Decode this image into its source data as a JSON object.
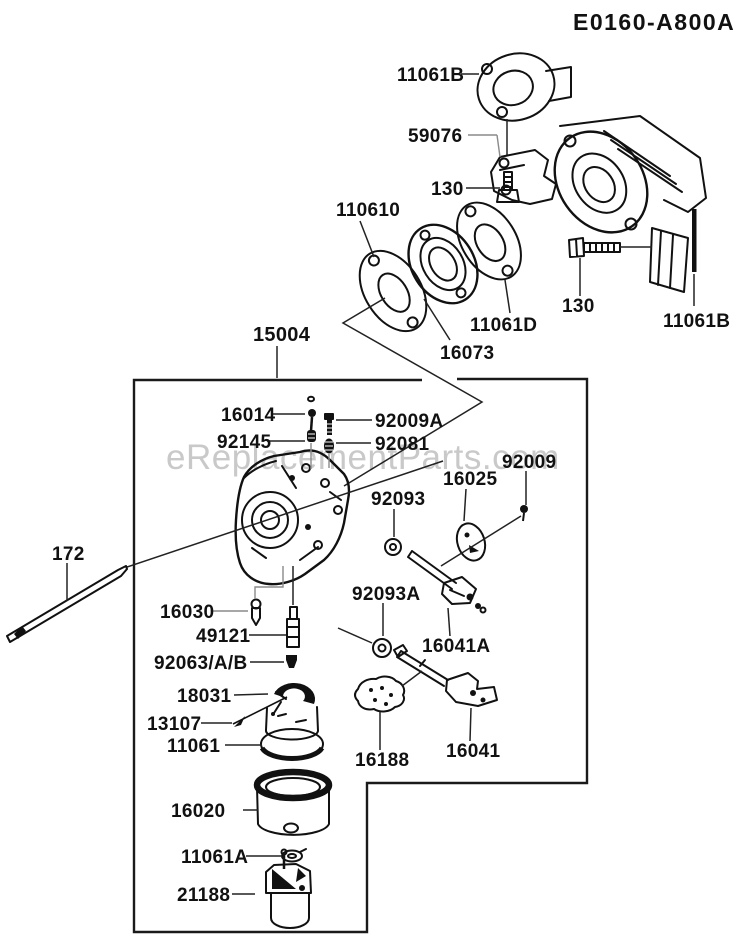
{
  "header": {
    "diagram_id": "E0160-A800A"
  },
  "watermark": {
    "text": "eReplacementParts.com"
  },
  "parts": {
    "gasket_top": "11061B",
    "elbow": "59076",
    "bolt_top": "130",
    "insulator_gasket_a": "110610",
    "insulator": "16073",
    "insulator_gasket_b": "11061D",
    "bolt_side": "130",
    "gasket_side": "11061B",
    "carburetor_assy": "15004",
    "pilot_screw": "16014",
    "pilot_spring": "92145",
    "screw_a": "92009A",
    "spring": "92081",
    "choke_seal": "92093",
    "choke_valve": "16025",
    "screw": "92009",
    "choke_shaft": "16041A",
    "throttle_seal": "92093A",
    "throttle_shaft": "16041",
    "throttle_valve": "16188",
    "rod": "172",
    "float_valve": "16030",
    "main_nozzle": "49121",
    "main_jet": "92063/A/B",
    "float": "18031",
    "float_pin": "13107",
    "bowl_gasket": "11061",
    "float_bowl": "16020",
    "drain_gasket": "11061A",
    "fuel_solenoid": "21188"
  }
}
